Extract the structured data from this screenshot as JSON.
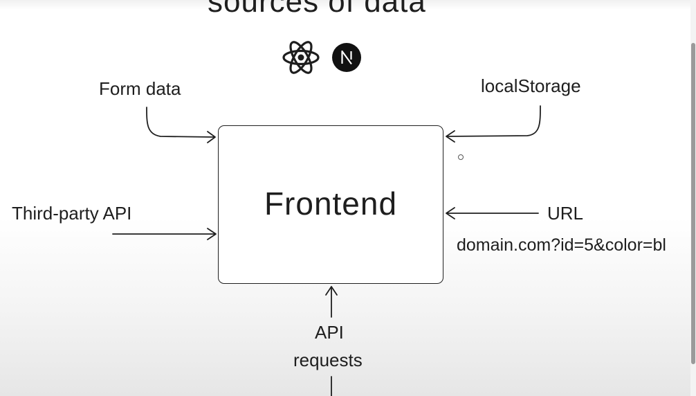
{
  "diagram": {
    "heading": "sources of data",
    "frontend_label": "Frontend",
    "inputs": {
      "form_data": "Form data",
      "local_storage": "localStorage",
      "third_party_api": "Third-party API",
      "url": "URL",
      "url_example": "domain.com?id=5&color=bl",
      "api_line1": "API",
      "api_line2": "requests"
    },
    "icons": [
      "react-logo-icon",
      "nextjs-logo-icon"
    ],
    "colors": {
      "ink": "#1e1e1e",
      "background": "#ffffff"
    }
  }
}
